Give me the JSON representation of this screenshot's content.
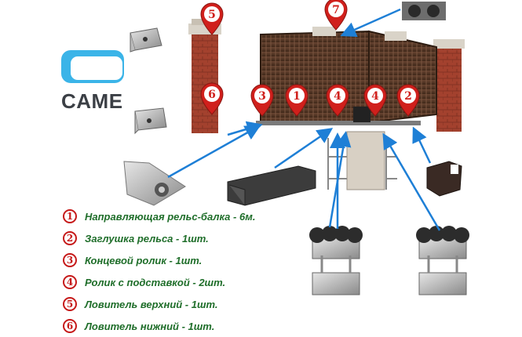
{
  "brand": {
    "logo_text": "CAME"
  },
  "callouts": [
    {
      "id": "pin-5",
      "number": "5"
    },
    {
      "id": "pin-7",
      "number": "7"
    },
    {
      "id": "pin-6",
      "number": "6"
    },
    {
      "id": "pin-3",
      "number": "3"
    },
    {
      "id": "pin-1",
      "number": "1"
    },
    {
      "id": "pin-4a",
      "number": "4"
    },
    {
      "id": "pin-4b",
      "number": "4"
    },
    {
      "id": "pin-2",
      "number": "2"
    }
  ],
  "legend": [
    {
      "number": "1",
      "text": "Направляющая рельс-балка - 6м."
    },
    {
      "number": "2",
      "text": "Заглушка рельса - 1шт."
    },
    {
      "number": "3",
      "text": "Концевой ролик - 1шт."
    },
    {
      "number": "4",
      "text": "Ролик с подставкой - 2шт."
    },
    {
      "number": "5",
      "text": "Ловитель верхний - 1шт."
    },
    {
      "number": "6",
      "text": "Ловитель нижний - 1шт."
    }
  ],
  "colors": {
    "pin_red": "#d0201c",
    "arrow_blue": "#1e7fd6",
    "legend_green": "#1f6e2a",
    "brick": "#9c3b2b",
    "gate_panel": "#5b3b2a"
  }
}
